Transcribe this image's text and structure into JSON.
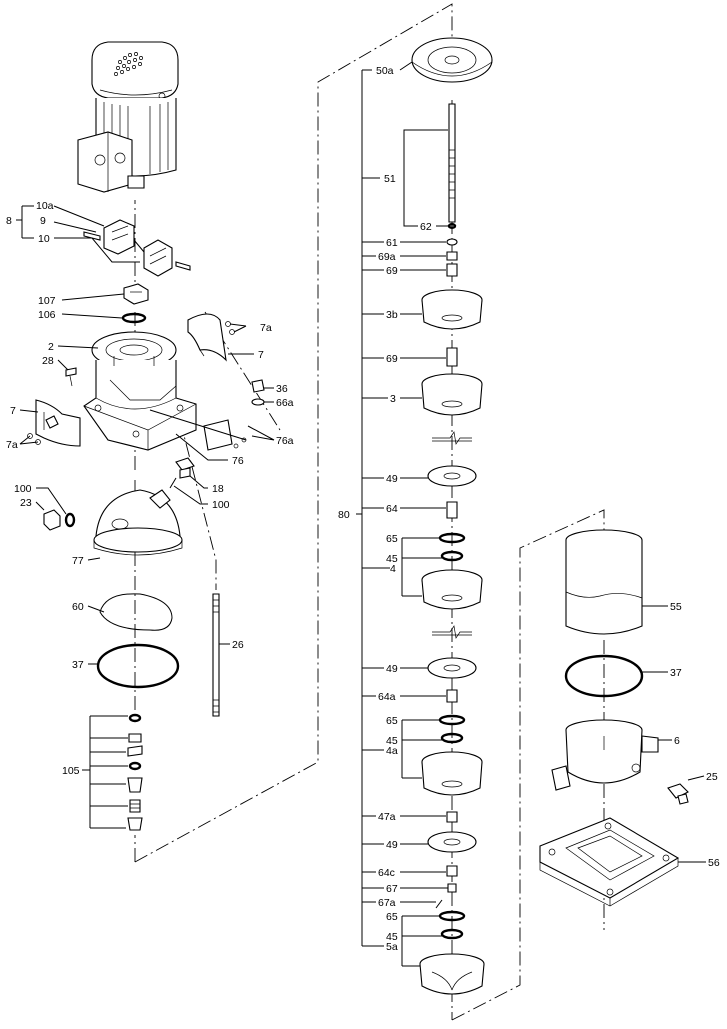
{
  "labels": {
    "p8": "8",
    "p10a": "10a",
    "p9": "9",
    "p10": "10",
    "p107": "107",
    "p106": "106",
    "p2": "2",
    "p28": "28",
    "p7a_top": "7a",
    "p7_top": "7",
    "p36": "36",
    "p66a": "66a",
    "p7_left": "7",
    "p7a_left": "7a",
    "p76a": "76a",
    "p76": "76",
    "p18": "18",
    "p100_right": "100",
    "p100_left": "100",
    "p23": "23",
    "p77": "77",
    "p60": "60",
    "p26": "26",
    "p37_left": "37",
    "p105": "105",
    "p50a": "50a",
    "p51": "51",
    "p62": "62",
    "p61": "61",
    "p69a": "69a",
    "p69_top": "69",
    "p3b": "3b",
    "p69_mid": "69",
    "p3": "3",
    "p49_a": "49",
    "p80": "80",
    "p64": "64",
    "p65_a": "65",
    "p45_a": "45",
    "p4": "4",
    "p49_b": "49",
    "p64a": "64a",
    "p65_b": "65",
    "p45_b": "45",
    "p4a": "4a",
    "p47a": "47a",
    "p49_c": "49",
    "p64c": "64c",
    "p67": "67",
    "p67a": "67a",
    "p65_c": "65",
    "p45_c": "45",
    "p5a": "5a",
    "p55": "55",
    "p37_right": "37",
    "p6": "6",
    "p25": "25",
    "p56": "56"
  }
}
